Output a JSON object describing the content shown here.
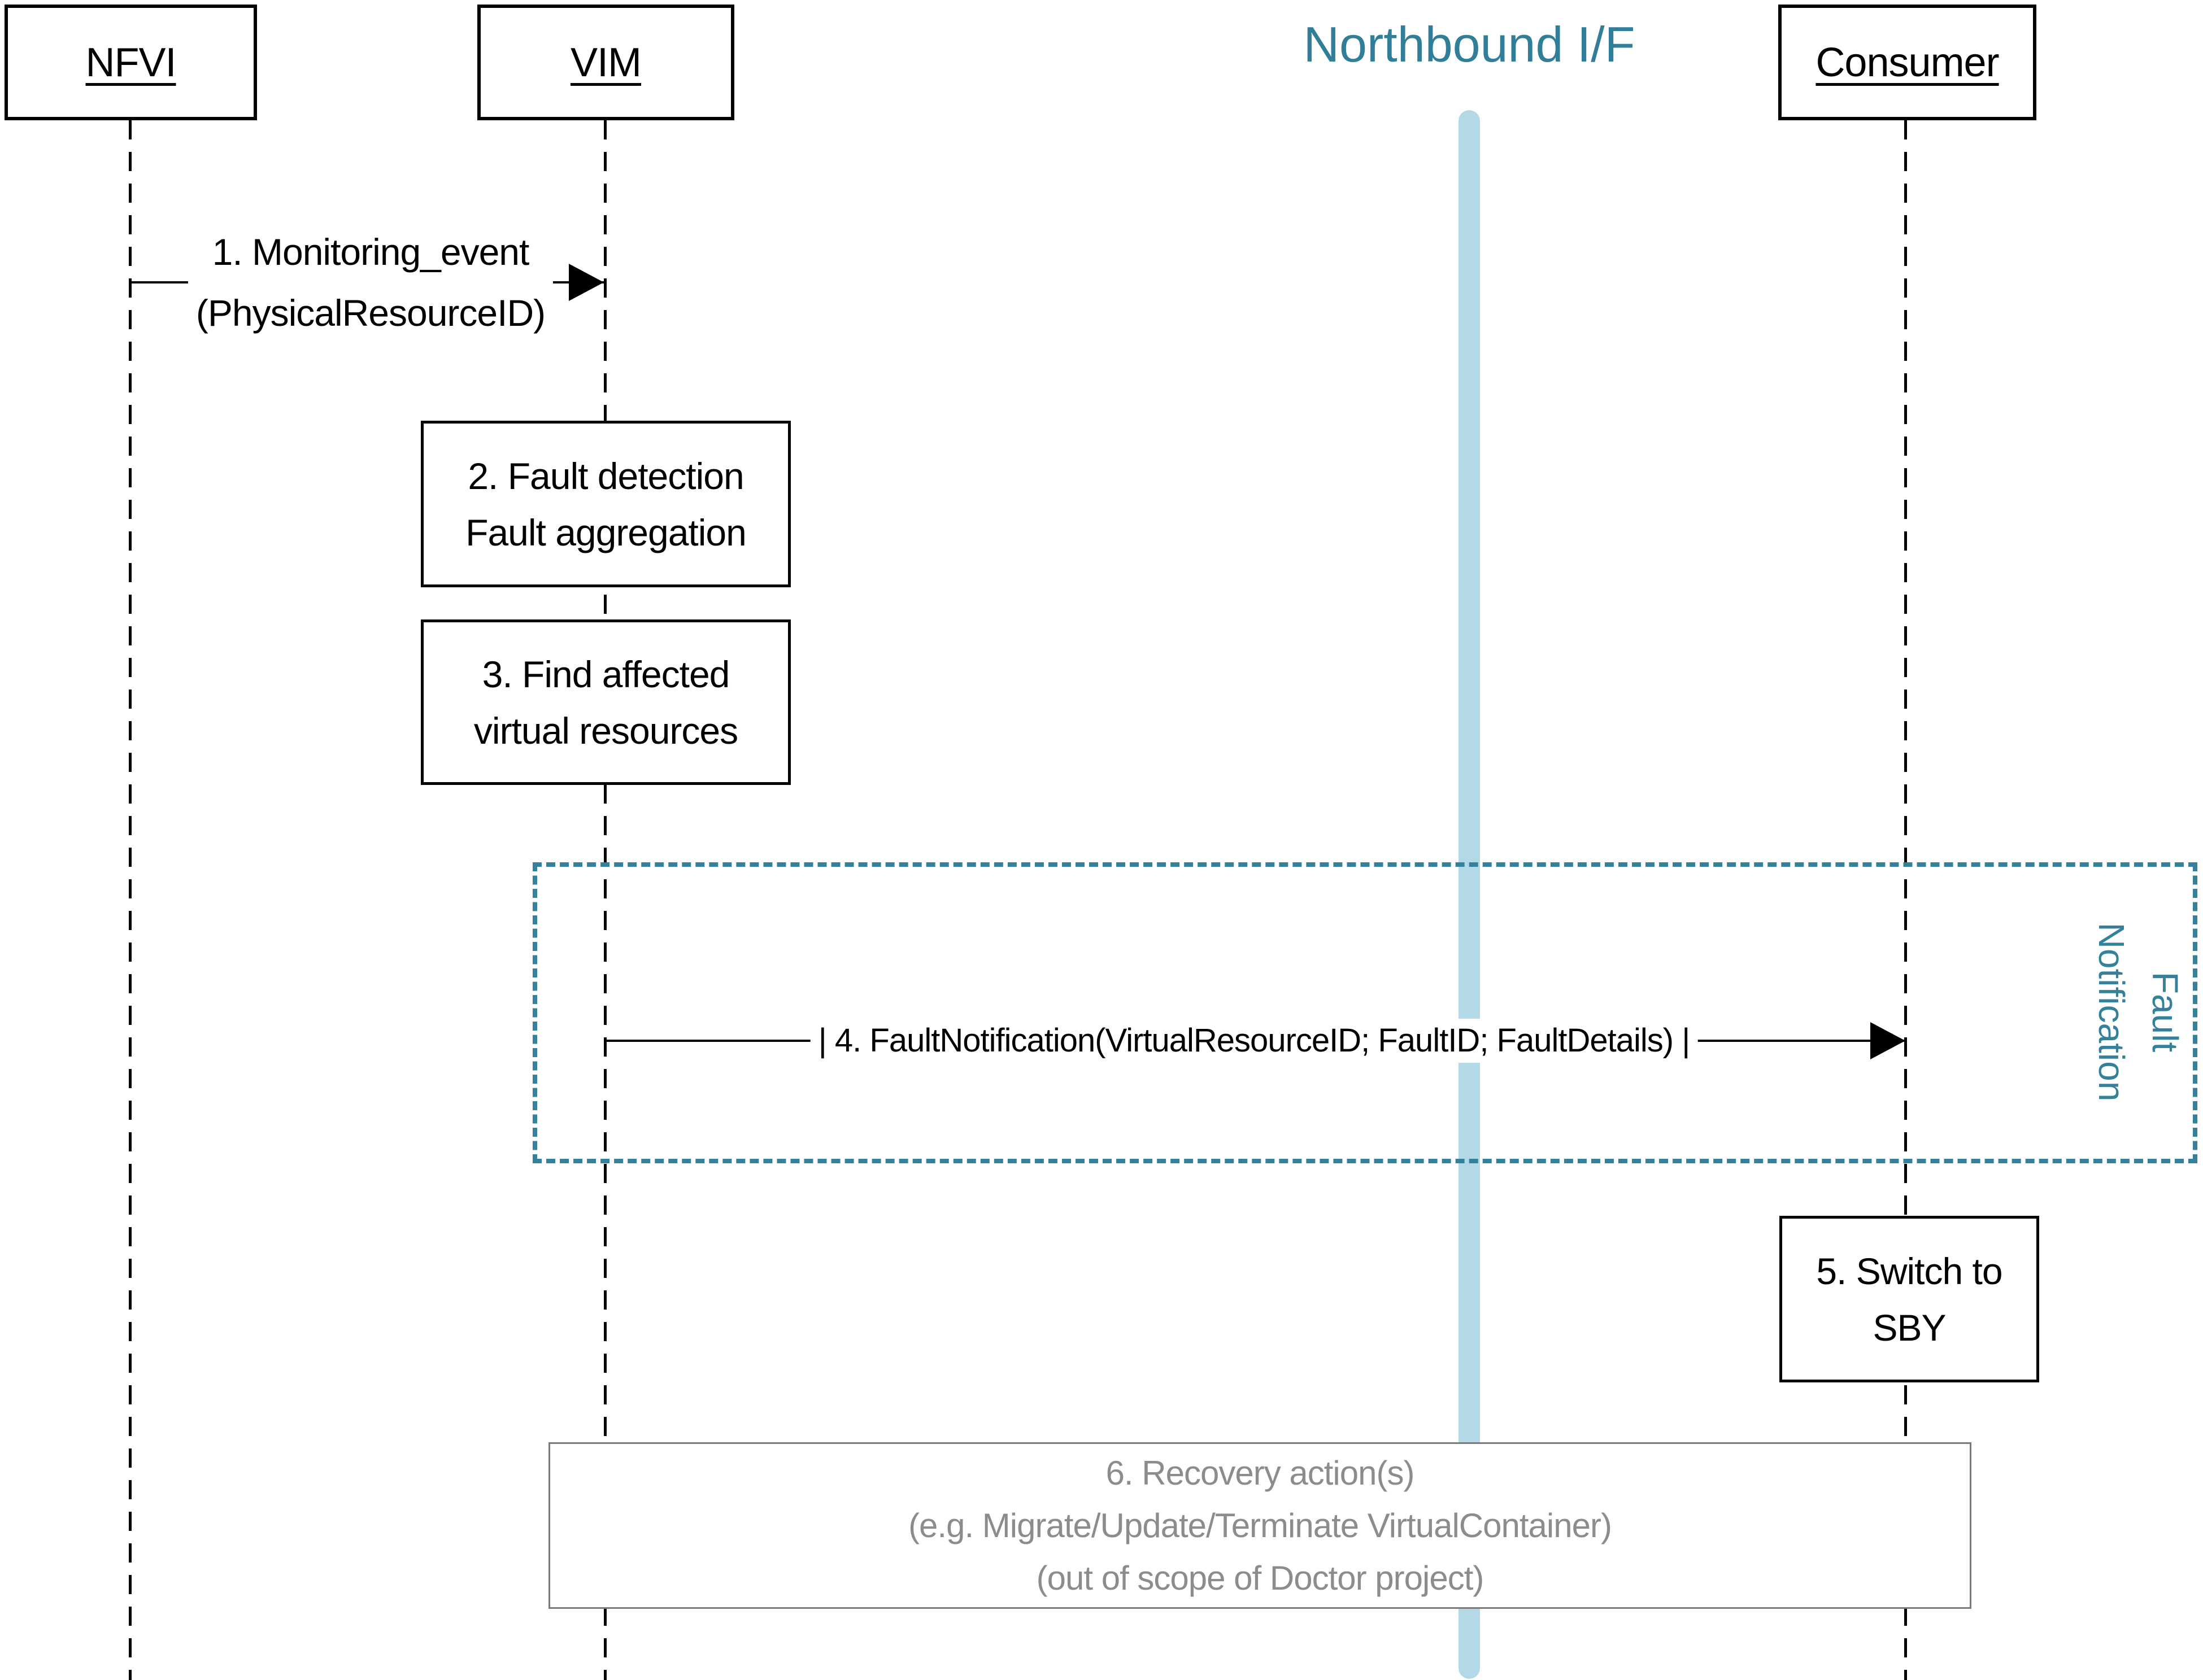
{
  "diagram": {
    "title": "Northbound I/F",
    "actors": [
      {
        "name": "NFVI"
      },
      {
        "name": "VIM"
      },
      {
        "name": "Consumer"
      }
    ],
    "messages": {
      "msg1": {
        "line1": "1. Monitoring_event",
        "line2": "(PhysicalResourceID)"
      },
      "msg4": "| 4. FaultNotification(VirtualResourceID; FaultID; FaultDetails) |"
    },
    "activities": {
      "box2": {
        "line1": "2. Fault detection",
        "line2": "Fault aggregation"
      },
      "box3": {
        "line1": "3. Find affected",
        "line2": "virtual resources"
      },
      "box5": {
        "line1": "5. Switch to",
        "line2": "SBY"
      },
      "box6": {
        "line1": "6. Recovery action(s)",
        "line2": "(e.g. Migrate/Update/Terminate VirtualContainer)",
        "line3": "(out of scope of Doctor project)"
      }
    },
    "fault_notification_label": {
      "line1": "Fault",
      "line2": "Notification"
    },
    "colors": {
      "teal": "#35809b",
      "title_teal": "#317e99",
      "light_blue": "#b4d9e6",
      "gray_text": "#8c8c8c",
      "gray_border": "#7a7a7a",
      "black": "#000000"
    }
  }
}
